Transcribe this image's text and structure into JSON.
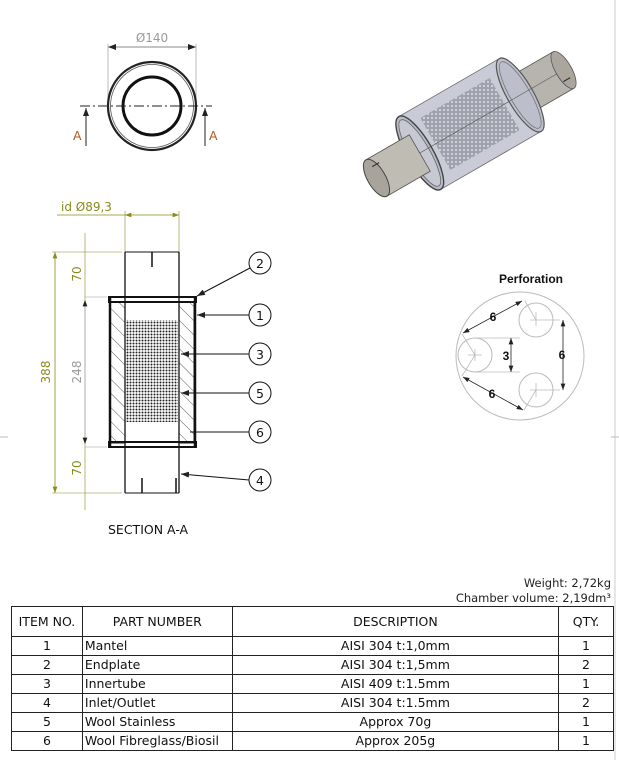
{
  "top_view": {
    "diameter_label": "Ø140",
    "section_marker_left": "A",
    "section_marker_right": "A"
  },
  "section": {
    "title": "SECTION A-A",
    "inner_diameter_label": "id Ø89,3",
    "overall_length": "388",
    "segments": [
      "70",
      "248",
      "70"
    ],
    "callouts": [
      "2",
      "1",
      "3",
      "5",
      "6",
      "4"
    ]
  },
  "perforation": {
    "title": "Perforation",
    "hole_diameter": "3",
    "pitch_top": "6",
    "pitch_bottom": "6",
    "pitch_vertical": "6"
  },
  "meta": {
    "weight": "Weight: 2,72kg",
    "chamber_volume": "Chamber volume: 2,19dm³"
  },
  "bom": {
    "headers": [
      "ITEM NO.",
      "PART NUMBER",
      "DESCRIPTION",
      "QTY."
    ],
    "rows": [
      {
        "item": "1",
        "part": "Mantel",
        "desc": "AISI 304 t:1,0mm",
        "qty": "1"
      },
      {
        "item": "2",
        "part": "Endplate",
        "desc": "AISI 304 t:1,5mm",
        "qty": "2"
      },
      {
        "item": "3",
        "part": "Innertube",
        "desc": "AISI 409 t:1.5mm",
        "qty": "1"
      },
      {
        "item": "4",
        "part": "Inlet/Outlet",
        "desc": "AISI 304 t:1.5mm",
        "qty": "2"
      },
      {
        "item": "5",
        "part": "Wool Stainless",
        "desc": "Approx 70g",
        "qty": "1"
      },
      {
        "item": "6",
        "part": "Wool Fibreglass/Biosil",
        "desc": "Approx 205g",
        "qty": "1"
      }
    ]
  }
}
